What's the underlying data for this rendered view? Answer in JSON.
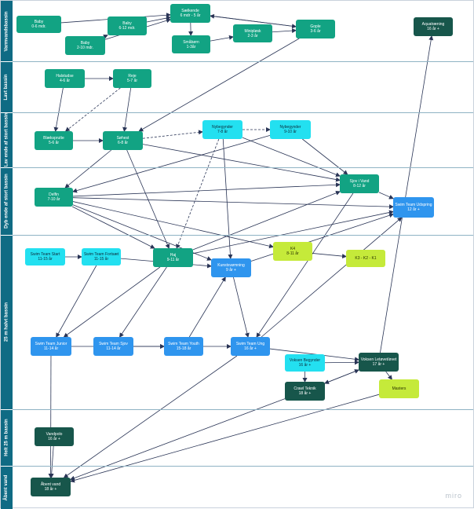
{
  "lanes": [
    {
      "id": "lane-varmvandsbassin",
      "label": "Varmvandsbassin"
    },
    {
      "id": "lane-lavt-bassin",
      "label": "Lavt bassin"
    },
    {
      "id": "lane-lav-ende",
      "label": "Lav ende af stort bassin"
    },
    {
      "id": "lane-dyb-ende",
      "label": "Dyb ende af stort bassin"
    },
    {
      "id": "lane-25m-halvt",
      "label": "25 m halvt bassin"
    },
    {
      "id": "lane-helt-25m",
      "label": "Helt 25 m bassin"
    },
    {
      "id": "lane-aabent-vand",
      "label": "Åbent vand"
    }
  ],
  "nodes": {
    "baby1": {
      "title": "Baby",
      "sub": "0-6 mdr."
    },
    "baby2": {
      "title": "Baby",
      "sub": "6-12 mdr."
    },
    "baby3": {
      "title": "Baby",
      "sub": "2-10 mdr."
    },
    "saelkende": {
      "title": "Sælkende",
      "sub": "6 mdr - 5 år"
    },
    "smaabarn": {
      "title": "Småbørn",
      "sub": "1-3år"
    },
    "minipask": {
      "title": "Minipløsk",
      "sub": "2-3 år"
    },
    "gople": {
      "title": "Gople",
      "sub": "3-6 år"
    },
    "aquatraening": {
      "title": "Aquatræning",
      "sub": "16 år +"
    },
    "hestetudse": {
      "title": "Halstudse",
      "sub": "4-6 år"
    },
    "reje": {
      "title": "Reje",
      "sub": "5-7 år"
    },
    "blaekspr": {
      "title": "Blæksprutte",
      "sub": "5-6 år"
    },
    "saelhest": {
      "title": "Søhest",
      "sub": "6-8 år"
    },
    "nyb1": {
      "title": "Nybegynder",
      "sub": "7-8 år"
    },
    "nyb2": {
      "title": "Nybegynder",
      "sub": "9-10 år"
    },
    "sjov": {
      "title": "Sjov i Vand",
      "sub": "8-12 år"
    },
    "delfin": {
      "title": "Delfin",
      "sub": "7-10 år"
    },
    "udspring": {
      "title": "Swim Team Udspring",
      "sub": "12 år +"
    },
    "start": {
      "title": "Swim Team Start",
      "sub": "11-15 år"
    },
    "fortsaet": {
      "title": "Swim Team Fortsæt",
      "sub": "11-15 år"
    },
    "haj": {
      "title": "Haj",
      "sub": "9-11 år"
    },
    "k4": {
      "title": "K4",
      "sub": "8-11 år"
    },
    "k3": {
      "title": "K3 - K2 - K1",
      "sub": ""
    },
    "kunst": {
      "title": "Kunstsvømning",
      "sub": "9 år +"
    },
    "junior": {
      "title": "Swim Team Junior",
      "sub": "11-14 år"
    },
    "sjov2": {
      "title": "Swim Team Sjov",
      "sub": "11-14 år"
    },
    "youth": {
      "title": "Swim Team Youth",
      "sub": "15-18 år"
    },
    "ung": {
      "title": "Swim Team Ung",
      "sub": "16 år +"
    },
    "voksenbeg": {
      "title": "Voksen Begynder",
      "sub": "16 år +"
    },
    "voksenlet": {
      "title": "Voksen Letøvet/øvet",
      "sub": "17 år +"
    },
    "crawl": {
      "title": "Crawl Teknik",
      "sub": "18 år +"
    },
    "masters": {
      "title": "Masters",
      "sub": ""
    },
    "vandpolo": {
      "title": "Vandpolo",
      "sub": "16 år +"
    },
    "aabentvand": {
      "title": "Åbent vand",
      "sub": "18 år +"
    }
  },
  "edges": [
    [
      "baby1",
      "saelkende",
      "solid"
    ],
    [
      "baby2",
      "saelkende",
      "solid"
    ],
    [
      "baby3",
      "saelkende",
      "solid"
    ],
    [
      "baby3",
      "baby2",
      "solid"
    ],
    [
      "saelkende",
      "smaabarn",
      "solid"
    ],
    [
      "smaabarn",
      "minipask",
      "solid"
    ],
    [
      "minipask",
      "gople",
      "solid"
    ],
    [
      "saelkende",
      "gople",
      "solid"
    ],
    [
      "gople",
      "saelkende",
      "solid"
    ],
    [
      "hestetudse",
      "reje",
      "solid"
    ],
    [
      "hestetudse",
      "blaekspr",
      "solid"
    ],
    [
      "reje",
      "saelhest",
      "solid"
    ],
    [
      "reje",
      "blaekspr",
      "dashed"
    ],
    [
      "blaekspr",
      "saelhest",
      "solid"
    ],
    [
      "gople",
      "saelhest",
      "solid"
    ],
    [
      "saelhest",
      "nyb1",
      "dashed"
    ],
    [
      "nyb1",
      "nyb2",
      "dashed"
    ],
    [
      "saelhest",
      "sjov",
      "solid"
    ],
    [
      "saelhest",
      "delfin",
      "solid"
    ],
    [
      "saelhest",
      "haj",
      "solid"
    ],
    [
      "nyb1",
      "haj",
      "dashed"
    ],
    [
      "nyb1",
      "kunst",
      "solid"
    ],
    [
      "nyb2",
      "sjov",
      "solid"
    ],
    [
      "nyb1",
      "sjov",
      "solid"
    ],
    [
      "nyb2",
      "delfin",
      "solid"
    ],
    [
      "delfin",
      "sjov",
      "solid"
    ],
    [
      "delfin",
      "haj",
      "solid"
    ],
    [
      "delfin",
      "udspring",
      "solid"
    ],
    [
      "delfin",
      "kunst",
      "solid"
    ],
    [
      "delfin",
      "k4",
      "solid"
    ],
    [
      "sjov",
      "udspring",
      "solid"
    ],
    [
      "sjov",
      "ung",
      "solid"
    ],
    [
      "start",
      "fortsaet",
      "solid"
    ],
    [
      "fortsaet",
      "junior",
      "solid"
    ],
    [
      "fortsaet",
      "kunst",
      "solid"
    ],
    [
      "haj",
      "sjov",
      "solid"
    ],
    [
      "haj",
      "junior",
      "solid"
    ],
    [
      "haj",
      "sjov2",
      "solid"
    ],
    [
      "haj",
      "udspring",
      "solid"
    ],
    [
      "k4",
      "k3",
      "solid"
    ],
    [
      "kunst",
      "udspring",
      "solid"
    ],
    [
      "kunst",
      "ung",
      "solid"
    ],
    [
      "junior",
      "youth",
      "solid"
    ],
    [
      "sjov2",
      "youth",
      "solid"
    ],
    [
      "youth",
      "ung",
      "solid"
    ],
    [
      "youth",
      "kunst",
      "solid"
    ],
    [
      "ung",
      "voksenlet",
      "solid"
    ],
    [
      "ung",
      "udspring",
      "solid"
    ],
    [
      "ung",
      "aabentvand",
      "solid"
    ],
    [
      "voksenbeg",
      "crawl",
      "solid"
    ],
    [
      "voksenbeg",
      "voksenlet",
      "solid"
    ],
    [
      "voksenlet",
      "crawl",
      "solid"
    ],
    [
      "crawl",
      "voksenlet",
      "solid"
    ],
    [
      "voksenlet",
      "aquatraening",
      "solid"
    ],
    [
      "voksenlet",
      "masters",
      "solid"
    ],
    [
      "crawl",
      "aabentvand",
      "solid"
    ],
    [
      "masters",
      "aabentvand",
      "solid"
    ],
    [
      "vandpolo",
      "aabentvand",
      "solid"
    ],
    [
      "junior",
      "aabentvand",
      "solid"
    ]
  ],
  "logo": "miro"
}
